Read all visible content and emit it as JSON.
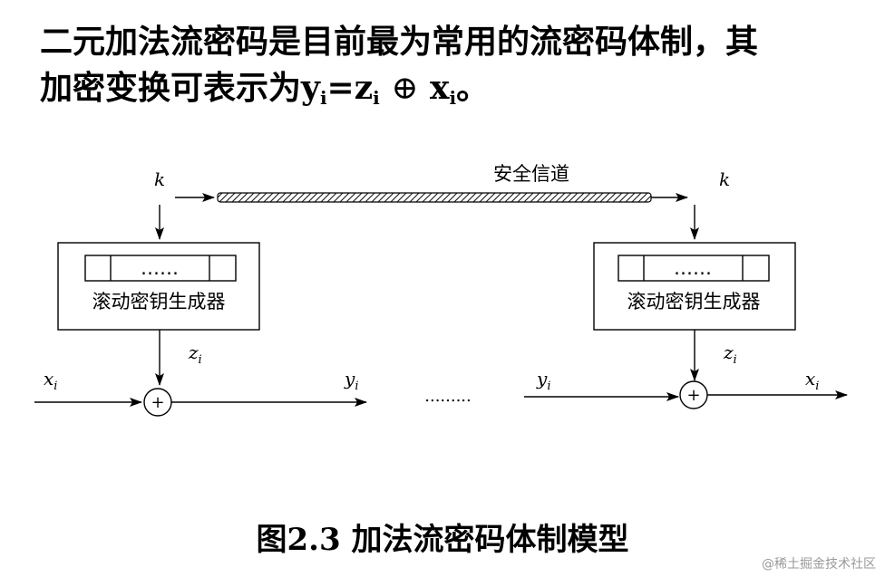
{
  "intro": {
    "line1": "二元加法流密码是目前最为常用的流密码体制，其",
    "line2_prefix": "加密变换可表示为",
    "formula": {
      "y": "y",
      "y_sub": "i",
      "eq": "=",
      "z": "z",
      "z_sub": "i",
      "op": "⊕",
      "x": "x",
      "x_sub": "i"
    },
    "line2_suffix": "。"
  },
  "diagram": {
    "channel_label": "安全信道",
    "key_left": "k",
    "key_right": "k",
    "register_dots": "……",
    "generator_label": "滚动密钥生成器",
    "keystream_label": "z",
    "keystream_sub": "i",
    "plain_label": "x",
    "plain_sub": "i",
    "cipher_label": "y",
    "cipher_sub": "i",
    "xor_symbol": "+",
    "ellipsis": ".........",
    "colors": {
      "stroke": "#000000",
      "hatch": "#000000"
    }
  },
  "caption": "图2.3 加法流密码体制模型",
  "watermark": "@稀土掘金技术社区"
}
